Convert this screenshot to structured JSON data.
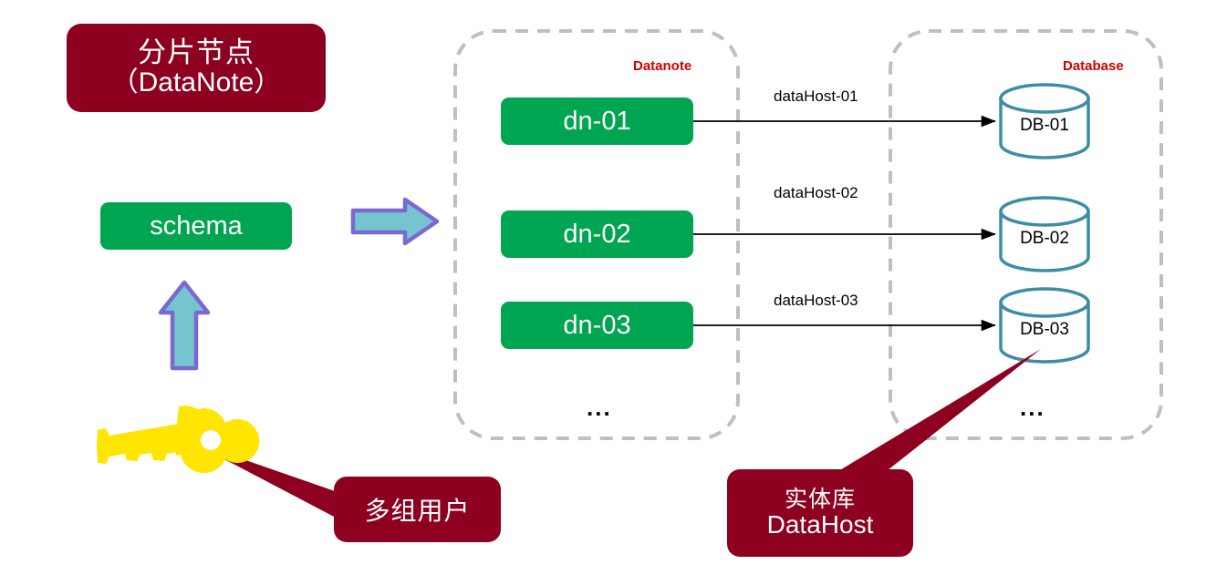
{
  "title_box": {
    "line1": "分片节点",
    "line2": "（DataNote）",
    "color": "#8E0020"
  },
  "schema": {
    "label": "schema",
    "color": "#00A551"
  },
  "panels": [
    {
      "label": "Datanote",
      "color": "#D00000"
    },
    {
      "label": "Database",
      "color": "#D00000"
    }
  ],
  "nodes": [
    {
      "label": "dn-01"
    },
    {
      "label": "dn-02"
    },
    {
      "label": "dn-03"
    }
  ],
  "edges": [
    {
      "label": "dataHost-01"
    },
    {
      "label": "dataHost-02"
    },
    {
      "label": "dataHost-03"
    }
  ],
  "databases": [
    {
      "label": "DB-01"
    },
    {
      "label": "DB-02"
    },
    {
      "label": "DB-03"
    }
  ],
  "ellipsis": [
    {
      "text": "..."
    },
    {
      "text": "..."
    }
  ],
  "callouts": {
    "users": {
      "line1": "多组用户",
      "color": "#8E0020"
    },
    "datahost": {
      "line1": "实体库",
      "line2": "DataHost",
      "color": "#8E0020"
    }
  },
  "icons": {
    "key": "key-icon",
    "block_arrow_right": "block-arrow-right-icon",
    "block_arrow_up": "block-arrow-up-icon"
  },
  "colors": {
    "dark_red": "#8E0020",
    "green": "#00A551",
    "panel_label_red": "#D00000",
    "cylinder_stroke": "#3D8DA5",
    "arrow_fill": "#76C5CE",
    "arrow_stroke": "#7B68D0",
    "key_yellow": "#FFE500",
    "dashed_gray": "#BFBFBF"
  }
}
